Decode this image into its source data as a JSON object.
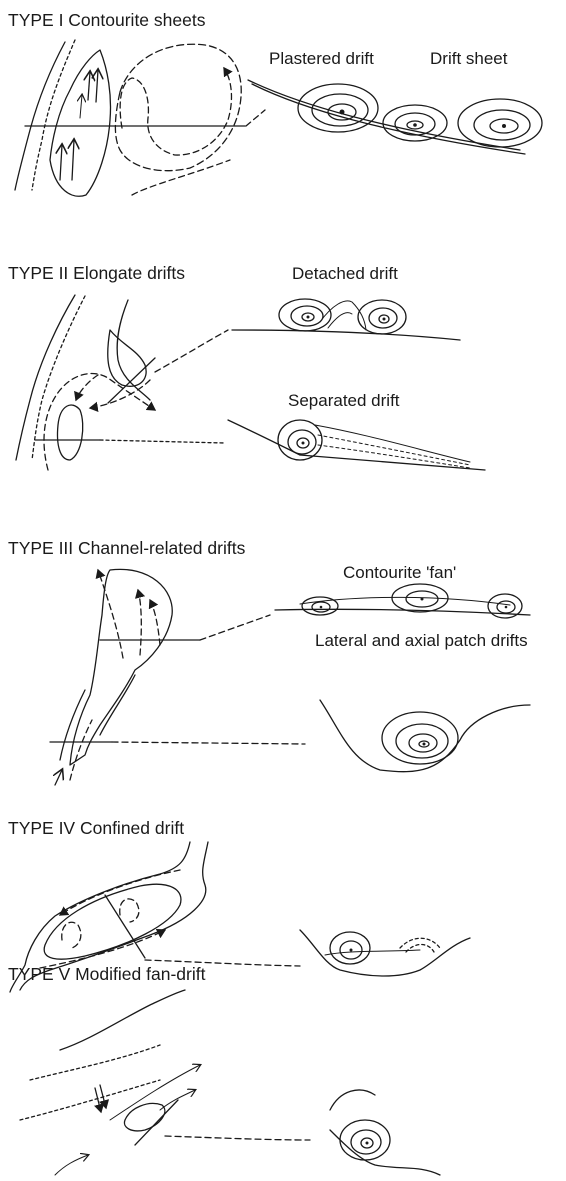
{
  "sections": [
    {
      "title": "TYPE I Contourite sheets",
      "labels": [
        "Plastered drift",
        "Drift sheet"
      ]
    },
    {
      "title": "TYPE II Elongate drifts",
      "labels": [
        "Detached drift",
        "Separated drift"
      ]
    },
    {
      "title": "TYPE III Channel-related drifts",
      "labels": [
        "Contourite 'fan'",
        "Lateral and axial patch drifts"
      ]
    },
    {
      "title": "TYPE IV Confined drift",
      "labels": []
    },
    {
      "title": "TYPE V Modified fan-drift",
      "labels": []
    }
  ]
}
